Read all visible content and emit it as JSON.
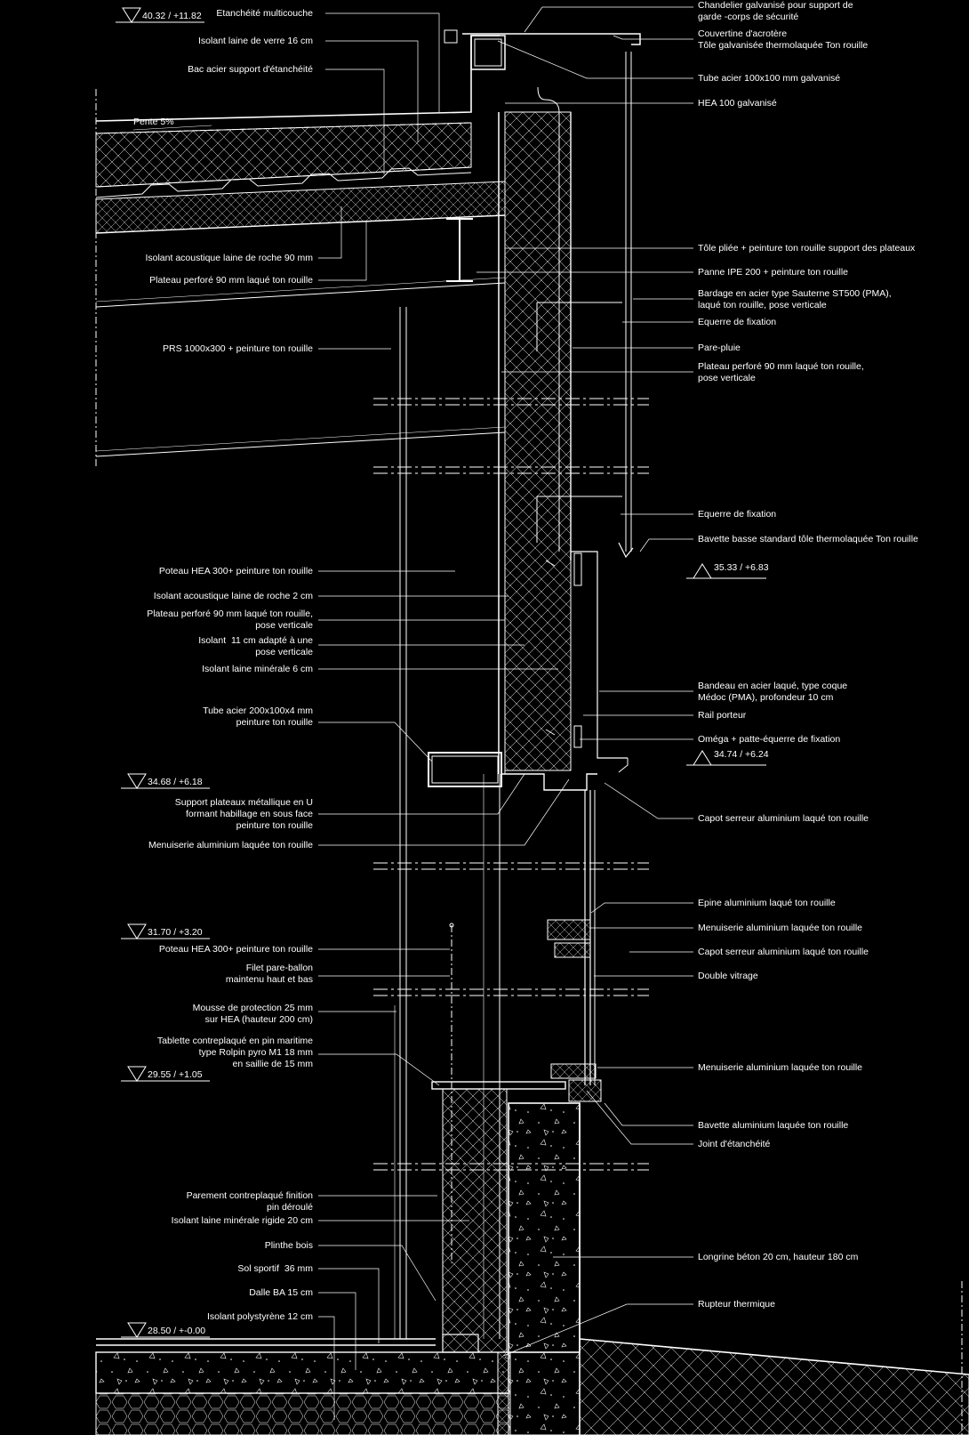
{
  "colors": {
    "background": "#000000",
    "line": "#ffffff"
  },
  "slope_label": "Pente 5%",
  "left_labels": [
    "Etanchéité multicouche",
    "Isolant laine de verre 16 cm",
    "Bac acier support d'étanchéité",
    "Isolant acoustique laine de roche 90 mm",
    "Plateau perforé 90 mm laqué ton rouille",
    "PRS 1000x300 + peinture ton rouille",
    "Poteau HEA 300+ peinture ton rouille",
    "Isolant acoustique laine de roche 2 cm",
    "Plateau perforé 90 mm laqué ton rouille,\npose verticale",
    "Isolant  11 cm adapté à une\npose verticale",
    "Isolant laine minérale 6 cm",
    "Tube acier 200x100x4 mm\npeinture ton rouille",
    "Support plateaux métallique en U\nformant habillage en sous face\npeinture ton rouille",
    "Menuiserie aluminium laquée ton rouille",
    "Poteau HEA 300+ peinture ton rouille",
    "Filet pare-ballon\nmaintenu haut et bas",
    "Mousse de protection 25 mm\nsur HEA (hauteur 200 cm)",
    "Tablette contreplaqué en pin maritime\ntype Rolpin pyro M1 18 mm\nen saillie de 15 mm",
    "Parement contreplaqué finition\npin déroulé",
    "Isolant laine minérale rigide 20 cm",
    "Plinthe bois",
    "Sol sportif  36 mm",
    "Dalle BA 15 cm",
    "Isolant polystyrène 12 cm"
  ],
  "right_labels": [
    "Chandelier galvanisé pour support de\ngarde -corps de sécurité",
    "Couvertine d'acrotère\nTôle galvanisée thermolaquée Ton rouille",
    "Tube acier 100x100 mm galvanisé",
    "HEA 100 galvanisé",
    "Tôle pliée + peinture ton rouille support des plateaux",
    "Panne IPE 200 + peinture ton rouille",
    "Bardage en acier type Sauterne ST500 (PMA),\nlaqué ton rouille, pose verticale",
    "Equerre de fixation",
    "Pare-pluie",
    "Plateau perforé 90 mm laqué ton rouille,\npose verticale",
    "Equerre de fixation",
    "Bavette basse standard tôle thermolaquée Ton rouille",
    "Bandeau en acier laqué, type coque\nMédoc (PMA), profondeur 10 cm",
    "Rail porteur",
    "Oméga + patte-équerre de fixation",
    "Capot serreur aluminium laqué ton rouille",
    "Epine aluminium laqué ton rouille",
    "Menuiserie aluminium laquée ton rouille",
    "Capot serreur aluminium laqué ton rouille",
    "Double vitrage",
    "Menuiserie aluminium laquée ton rouille",
    "Bavette aluminium laquée ton rouille",
    "Joint d'étanchéité",
    "Longrine béton 20 cm, hauteur 180 cm",
    "Rupteur thermique"
  ],
  "levels": [
    "40.32 / +11.82",
    "35.33 / +6.83",
    "34.74 / +6.24",
    "34.68 / +6.18",
    "31.70 / +3.20",
    "29.55 / +1.05",
    "28.50 / +-0.00"
  ]
}
